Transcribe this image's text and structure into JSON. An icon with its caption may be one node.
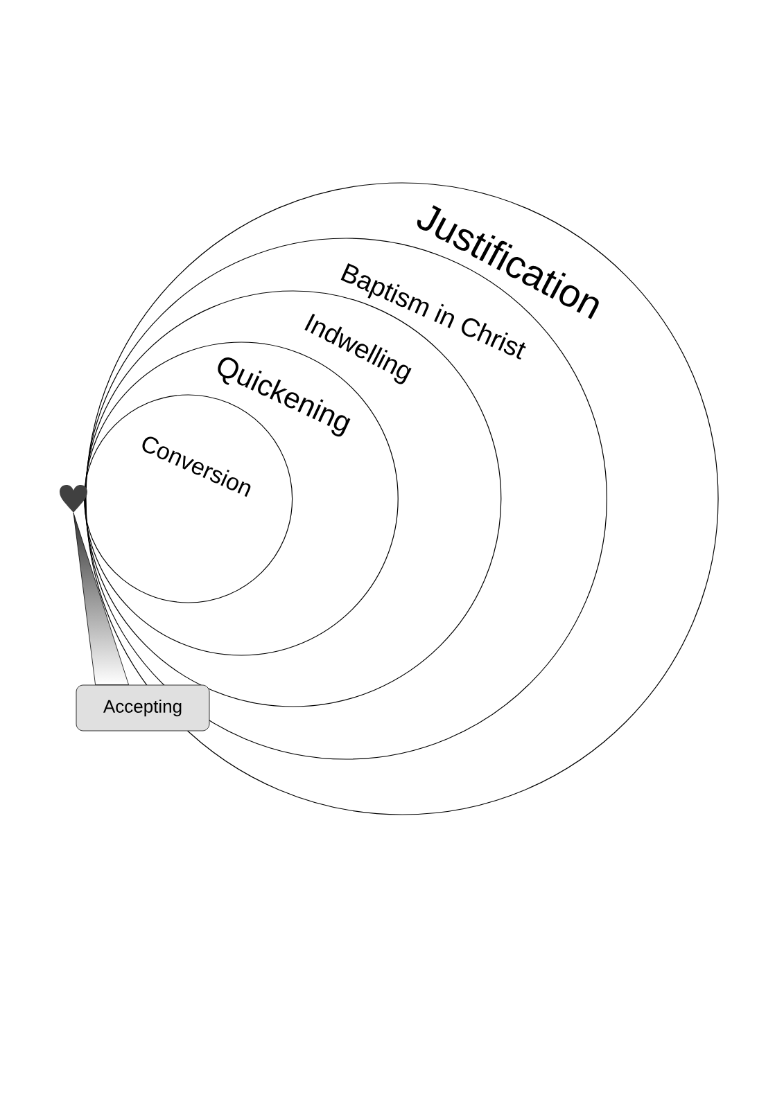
{
  "diagram": {
    "nodes": [
      {
        "text": [
          "Justification"
        ]
      },
      {
        "text": [
          "Baptism in Christ"
        ],
        "in": 0
      },
      {
        "text": [
          "Indwelling"
        ],
        "in": 1
      },
      {
        "text": [
          "Quickening"
        ],
        "in": 2
      },
      {
        "text": [
          "Conversion"
        ],
        "in": 3
      },
      {
        "text": [],
        "shape": "heart"
      },
      {
        "text": [
          "Accepting"
        ]
      }
    ],
    "edges": [
      {
        "from": 6,
        "to": 5,
        "arrow": "none"
      }
    ]
  }
}
